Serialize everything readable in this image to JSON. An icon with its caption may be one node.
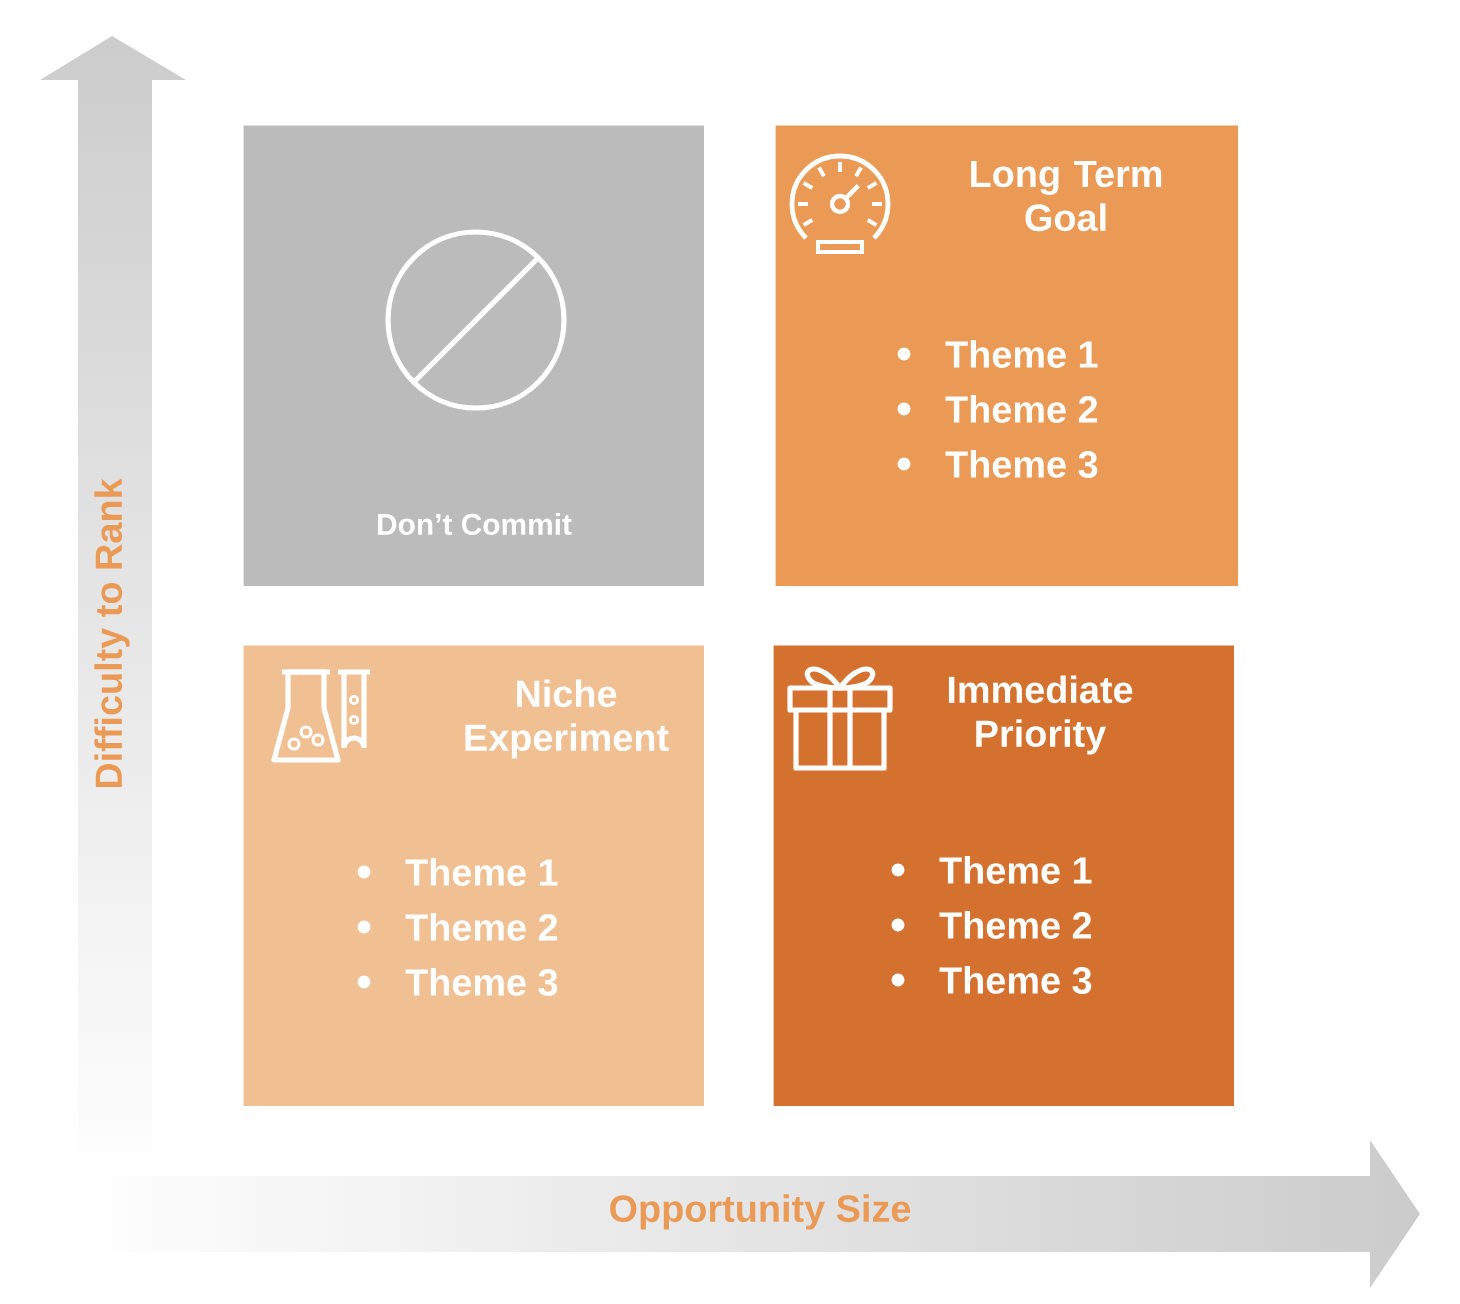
{
  "diagram": {
    "nodes": [
      {
        "text": [
          "Don’t Commit"
        ]
      },
      {
        "text": [
          "Long Term Goal",
          "Theme 1",
          "Theme 2",
          "Theme 3"
        ]
      },
      {
        "text": [
          "Niche Experiment",
          "Theme 1",
          "Theme 2",
          "Theme 3"
        ]
      },
      {
        "text": [
          "Immediate Priority",
          "Theme 1",
          "Theme 2",
          "Theme 3"
        ]
      }
    ],
    "labels": [
      "Difficulty to Rank",
      "Opportunity Size"
    ]
  }
}
